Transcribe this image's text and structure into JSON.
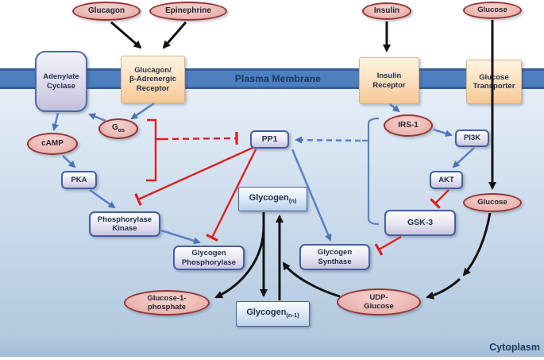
{
  "membrane": {
    "label": "Plasma Membrane"
  },
  "compartment": {
    "label": "Cytoplasm"
  },
  "colors": {
    "membrane_fill": "#4e7fc0",
    "membrane_edge": "#35609b",
    "cytoplasm_top": "#eaf1f9",
    "cytoplasm_bottom": "#a5bed8",
    "receptor_box_fill": "#f6c795",
    "enzyme_box_fill": "#c9c6df",
    "glycogen_box_fill": "#b9d1e8",
    "metabolite_ellipse_fill": "#edbcb8",
    "ellipse_border": "#943634",
    "box_border": "#44619e",
    "activation_arrow": "#5b84c4",
    "inhibition_arrow": "#e02020",
    "flux_arrow": "#111111"
  },
  "nodes": {
    "glucagon": {
      "label": "Glucagon"
    },
    "epinephrine": {
      "label": "Epinephrine"
    },
    "insulin": {
      "label": "Insulin"
    },
    "glucose_extracellular": {
      "label": "Glucose"
    },
    "adenylate_cyclase": {
      "line1": "Adenylate",
      "line2": "Cyclase"
    },
    "glucagon_receptor": {
      "line1": "Glucagon/",
      "line2": "β-Adrenergic",
      "line3": "Receptor"
    },
    "insulin_receptor": {
      "line1": "Insulin",
      "line2": "Receptor"
    },
    "glucose_transporter": {
      "line1": "Glucose",
      "line2": "Transporter"
    },
    "gas": {
      "main": "G",
      "sub": "αs"
    },
    "camp": {
      "label": "cAMP"
    },
    "pka": {
      "label": "PKA"
    },
    "phosphorylase_kinase": {
      "line1": "Phosphorylase",
      "line2": "Kinase"
    },
    "glycogen_phosphorylase": {
      "line1": "Glycogen",
      "line2": "Phosphorylase"
    },
    "pp1": {
      "label": "PP1"
    },
    "glycogen_n": {
      "main": "Glycogen",
      "sub": "(n)"
    },
    "glycogen_n_minus_1": {
      "main": "Glycogen",
      "sub": "(n-1)"
    },
    "glycogen_synthase": {
      "line1": "Glycogen",
      "line2": "Synthase"
    },
    "glucose_1_phosphate": {
      "line1": "Glucose-1-",
      "line2": "phosphate"
    },
    "udp_glucose": {
      "line1": "UDP-",
      "line2": "Glucose"
    },
    "irs1": {
      "label": "IRS-1"
    },
    "pi3k": {
      "label": "PI3K"
    },
    "akt": {
      "label": "AKT"
    },
    "gsk3": {
      "label": "GSK-3"
    },
    "glucose_cytoplasm": {
      "label": "Glucose"
    }
  },
  "edges": [
    {
      "from": "Glucagon",
      "to": "Glucagon/β-Adrenergic Receptor",
      "type": "stimulus-black"
    },
    {
      "from": "Epinephrine",
      "to": "Glucagon/β-Adrenergic Receptor",
      "type": "stimulus-black"
    },
    {
      "from": "Insulin",
      "to": "Insulin Receptor",
      "type": "stimulus-black"
    },
    {
      "from": "Glucose (extracellular)",
      "to": "Glucose (cytoplasm)",
      "via": "Glucose Transporter",
      "type": "transport-black"
    },
    {
      "from": "Glucagon/β-Adrenergic Receptor",
      "to": "Gαs",
      "type": "activation-blue"
    },
    {
      "from": "Gαs",
      "to": "Adenylate Cyclase",
      "type": "activation-blue"
    },
    {
      "from": "Adenylate Cyclase",
      "to": "cAMP",
      "type": "activation-blue"
    },
    {
      "from": "cAMP",
      "to": "PKA",
      "type": "activation-blue"
    },
    {
      "from": "PKA",
      "to": "Phosphorylase Kinase",
      "type": "activation-blue"
    },
    {
      "from": "Phosphorylase Kinase",
      "to": "Glycogen Phosphorylase",
      "type": "activation-blue"
    },
    {
      "from": "Gαs pathway (bracket)",
      "to": "PP1",
      "type": "inhibition-red-dashed"
    },
    {
      "from": "PP1",
      "to": "Phosphorylase Kinase",
      "type": "inhibition-red"
    },
    {
      "from": "PP1",
      "to": "Glycogen Phosphorylase",
      "type": "inhibition-red"
    },
    {
      "from": "PP1",
      "to": "Glycogen Synthase",
      "type": "activation-blue"
    },
    {
      "from": "Insulin Receptor",
      "to": "IRS-1",
      "type": "activation-blue"
    },
    {
      "from": "IRS-1",
      "to": "PI3K",
      "type": "activation-blue"
    },
    {
      "from": "PI3K",
      "to": "AKT",
      "type": "activation-blue"
    },
    {
      "from": "AKT",
      "to": "GSK-3",
      "type": "inhibition-red"
    },
    {
      "from": "GSK-3",
      "to": "Glycogen Synthase",
      "type": "inhibition-red"
    },
    {
      "from": "Insulin cascade (bracket)",
      "to": "PP1",
      "type": "activation-blue-dashed"
    },
    {
      "from": "Glycogen(n)",
      "to": "Glycogen(n-1)",
      "type": "flux-black"
    },
    {
      "from": "Glycogen(n)",
      "to": "Glucose-1-phosphate",
      "type": "flux-black"
    },
    {
      "from": "Glycogen(n-1)",
      "to": "Glycogen(n)",
      "type": "flux-black"
    },
    {
      "from": "UDP-Glucose",
      "to": "Glycogen(n)",
      "type": "flux-black"
    },
    {
      "from": "Glucose (cytoplasm)",
      "to": "UDP-Glucose",
      "type": "flux-black"
    }
  ]
}
